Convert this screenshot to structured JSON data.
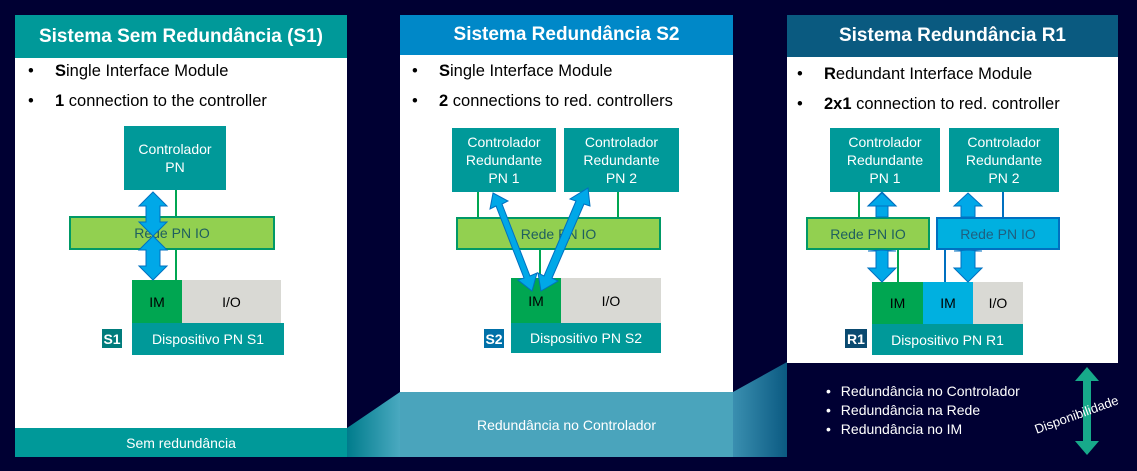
{
  "panels": [
    {
      "title": "Sistema Sem Redundância (S1)",
      "bullets": [
        {
          "bold": "S",
          "rest": "ingle Interface Module"
        },
        {
          "bold": "1",
          "rest": " connection to the controller"
        }
      ],
      "controllers": [
        "Controlador\nPN"
      ],
      "networks": [
        "Rede PN IO"
      ],
      "modules": [
        "IM",
        "I/O"
      ],
      "device_tag": "S1",
      "device_label": "Dispositivo PN S1",
      "footer": "Sem redundância"
    },
    {
      "title": "Sistema Redundância S2",
      "bullets": [
        {
          "bold": "S",
          "rest": "ingle Interface Module"
        },
        {
          "bold": "2",
          "rest": " connections to red. controllers"
        }
      ],
      "controllers": [
        "Controlador\nRedundante\nPN 1",
        "Controlador\nRedundante\nPN 2"
      ],
      "networks": [
        "Rede PN IO"
      ],
      "modules": [
        "IM",
        "I/O"
      ],
      "device_tag": "S2",
      "device_label": "Dispositivo PN S2",
      "footer": "Redundância no Controlador"
    },
    {
      "title": "Sistema Redundância R1",
      "bullets": [
        {
          "bold": "R",
          "rest": "edundant Interface Module"
        },
        {
          "bold": "2x1",
          "rest": " connection to red. controller"
        }
      ],
      "controllers": [
        "Controlador\nRedundante\nPN 1",
        "Controlador\nRedundante\nPN 2"
      ],
      "networks": [
        "Rede PN IO",
        "Rede PN IO"
      ],
      "modules": [
        "IM",
        "IM",
        "I/O"
      ],
      "device_tag": "R1",
      "device_label": "Dispositivo PN R1",
      "footer_list": [
        "Redundância no Controlador",
        "Redundância na Rede",
        "Redundância no IM"
      ]
    }
  ],
  "availability_label": "Disponibilidade",
  "colors": {
    "background": "#000033",
    "header_s1": "#009999",
    "header_s2": "#0088c8",
    "header_r1": "#0a5a80",
    "teal": "#009999",
    "network_green": "#92d050",
    "network_blue": "#00b0e0",
    "im_green": "#00a651",
    "io_grey": "#d9d9d4",
    "arrow_blue": "#00a8e8"
  }
}
